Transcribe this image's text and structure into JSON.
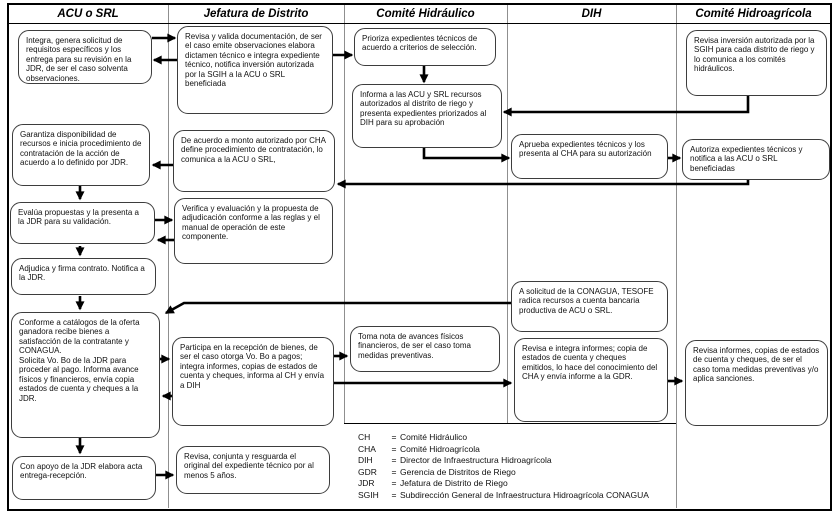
{
  "lanes": [
    {
      "label": "ACU o SRL"
    },
    {
      "label": "Jefatura de Distrito"
    },
    {
      "label": "Comité Hidráulico"
    },
    {
      "label": "DIH"
    },
    {
      "label": "Comité Hidroagrícola"
    }
  ],
  "boxes": {
    "a1": {
      "text": "Integra, genera solicitud de requisitos específicos y los entrega para su revisión en la JDR, de ser el caso solventa observaciones."
    },
    "a2": {
      "text": "Garantiza disponibilidad de recursos e inicia procedimiento de contratación de la acción de acuerdo a lo definido por JDR."
    },
    "a3": {
      "text": "Evalúa propuestas y la presenta a la JDR para su validación."
    },
    "a4": {
      "text": "Adjudica y firma contrato. Notifica a la JDR."
    },
    "a5": {
      "text": "Conforme a catálogos de la oferta ganadora recibe bienes a satisfacción de la contratante y CONAGUA.\nSolicita Vo. Bo de la JDR para proceder al pago. Informa avance físicos y financieros, envía copia estados de cuenta y cheques a la JDR."
    },
    "a6": {
      "text": "Con apoyo de la JDR elabora acta entrega-recepción."
    },
    "b1": {
      "text": "Revisa y valida documentación, de ser el caso emite observaciones elabora dictamen técnico e integra expediente técnico, notifica inversión autorizada por la SGIH a la ACU o SRL beneficiada"
    },
    "b2": {
      "text": "De acuerdo a monto autorizado por CHA define procedimiento de contratación, lo comunica a la ACU o SRL,"
    },
    "b3": {
      "text": "Verifica y evaluación y la propuesta de adjudicación conforme a las reglas y el manual de operación de este componente."
    },
    "b4": {
      "text": "Participa en la recepción de bienes, de ser el caso otorga Vo. Bo a pagos; integra informes, copias de estados de cuenta y cheques, informa al CH y envía a DIH"
    },
    "b5": {
      "text": "Revisa, conjunta y resguarda el original del expediente técnico por al menos 5 años."
    },
    "c1": {
      "text": "Prioriza expedientes técnicos de acuerdo a criterios de selección."
    },
    "c2": {
      "text": "Informa a las ACU y SRL recursos autorizados al distrito de riego y presenta expedientes priorizados al DIH para su aprobación"
    },
    "c3": {
      "text": "Toma nota de avances físicos financieros, de ser el caso toma medidas preventivas."
    },
    "d1": {
      "text": "Aprueba expedientes técnicos y los presenta al CHA para su autorización"
    },
    "d2": {
      "text": "A solicitud de la CONAGUA, TESOFE radica recursos a cuenta bancaria productiva de ACU o SRL."
    },
    "d3": {
      "text": "Revisa e integra informes; copia de estados de cuenta y cheques emitidos, lo hace del conocimiento del CHA y envía informe a la GDR."
    },
    "e1": {
      "text": "Revisa inversión autorizada por la SGIH para cada distrito de riego y lo comunica a los comités hidráulicos."
    },
    "e2": {
      "text": "Autoriza expedientes técnicos y notifica a las ACU o SRL beneficiadas"
    },
    "e3": {
      "text": "Revisa informes, copias de estados de cuenta y cheques, de ser el caso toma medidas preventivas y/o aplica sanciones."
    }
  },
  "legend": {
    "eq": "=",
    "items": [
      {
        "abbr": "CH",
        "def": "Comité Hidráulico"
      },
      {
        "abbr": "CHA",
        "def": "Comité Hidroagrícola"
      },
      {
        "abbr": "DIH",
        "def": "Director de Infraestructura Hidroagrícola"
      },
      {
        "abbr": "GDR",
        "def": "Gerencia de Distritos de Riego"
      },
      {
        "abbr": "JDR",
        "def": "Jefatura de Distrito de Riego"
      },
      {
        "abbr": "SGIH",
        "def": "Subdirección General de Infraestructura Hidroagrícola CONAGUA"
      }
    ]
  },
  "colors": {
    "ink": "#000000",
    "lane_divider": "#8f8f8f",
    "box_border": "#3d3d3d"
  }
}
